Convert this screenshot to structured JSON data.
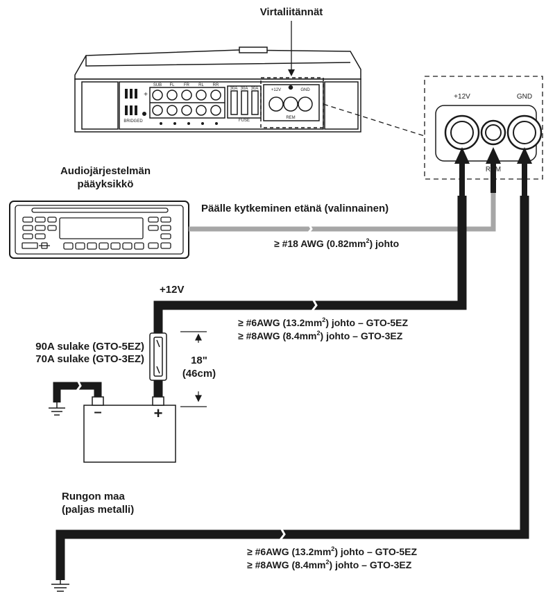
{
  "labels": {
    "power_connections": "Virtaliitännät",
    "head_unit_line1": "Audiojärjestelmän",
    "head_unit_line2": "pääyksikkö",
    "remote_turn_on": "Päälle kytkeminen etänä (valinnainen)",
    "remote_wire_prefix": "≥ #18 AWG (0.82mm",
    "remote_wire_sup": "2",
    "remote_wire_suffix": ") johto",
    "plus12v": "+12V",
    "power_wire_1_prefix": "≥ #6AWG (13.2mm",
    "power_wire_1_sup": "2",
    "power_wire_1_suffix": ") johto – GTO-5EZ",
    "power_wire_2_prefix": "≥ #8AWG (8.4mm",
    "power_wire_2_sup": "2",
    "power_wire_2_suffix": ") johto – GTO-3EZ",
    "fuse_1": "90A sulake (GTO-5EZ)",
    "fuse_2": "70A sulake (GTO-3EZ)",
    "distance_inches": "18\"",
    "distance_cm": "(46cm)",
    "battery_minus": "–",
    "battery_plus": "+",
    "chassis_ground_1": "Rungon maa",
    "chassis_ground_2": "(paljas metalli)",
    "ground_wire_1_prefix": "≥ #6AWG (13.2mm",
    "ground_wire_1_sup": "2",
    "ground_wire_1_suffix": ") johto – GTO-5EZ",
    "ground_wire_2_prefix": "≥ #8AWG (8.4mm",
    "ground_wire_2_sup": "2",
    "ground_wire_2_suffix": ") johto – GTO-3EZ"
  },
  "amplifier": {
    "channels": [
      "SUB",
      "FL",
      "FR",
      "RL",
      "RR"
    ],
    "fuses": [
      "30A",
      "30A",
      "30A"
    ],
    "fuse_label": "FUSE",
    "bridged_label": "BRIDGED",
    "terminal_12v": "+12V",
    "terminal_gnd": "GND",
    "terminal_rem": "REM",
    "plus_sign": "+"
  },
  "detail": {
    "label_12v": "+12V",
    "label_gnd": "GND",
    "label_rem": "REM"
  },
  "colors": {
    "wire_power": "#1a1a1a",
    "wire_remote": "#a6a6a6",
    "line": "#1a1a1a"
  }
}
